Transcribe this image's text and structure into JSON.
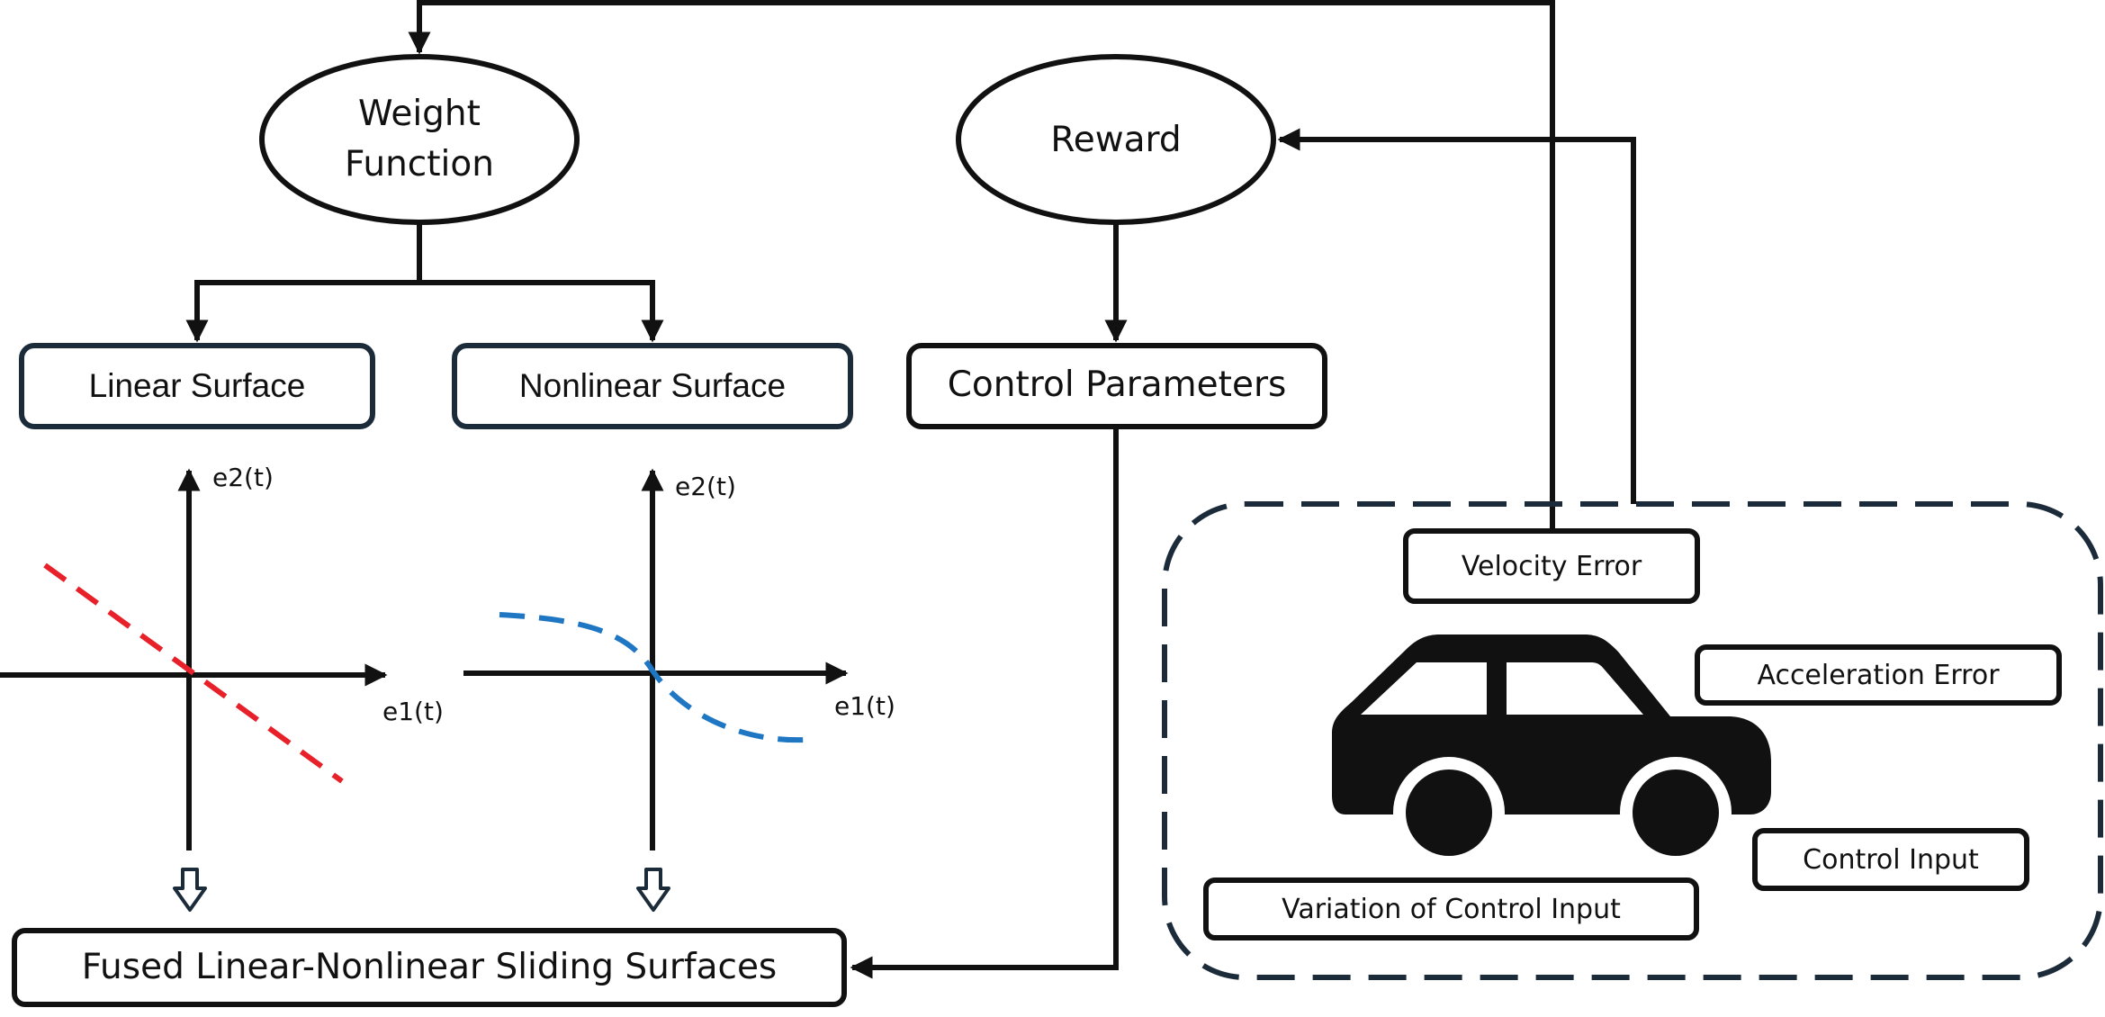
{
  "nodes": {
    "weight_function": "Weight\nFunction",
    "reward": "Reward",
    "linear_surface": "Linear Surface",
    "nonlinear_surface": "Nonlinear Surface",
    "control_parameters": "Control Parameters",
    "fused_surfaces": "Fused Linear-Nonlinear Sliding Surfaces"
  },
  "plots": {
    "linear": {
      "x_label": "e1(t)",
      "y_label": "e2(t)",
      "curve_color": "#e8202a"
    },
    "nonlinear": {
      "x_label": "e1(t)",
      "y_label": "e2(t)",
      "curve_color": "#1f77c4"
    }
  },
  "vehicle_block": {
    "icon": "car-icon",
    "signals": {
      "velocity_error": "Velocity Error",
      "acceleration_error": "Acceleration Error",
      "control_input": "Control Input",
      "variation_control_input": "Variation of Control Input"
    },
    "border_color": "#1c2b3a"
  },
  "colors": {
    "box_border_dark": "#1c2b3a",
    "line": "#111111"
  }
}
